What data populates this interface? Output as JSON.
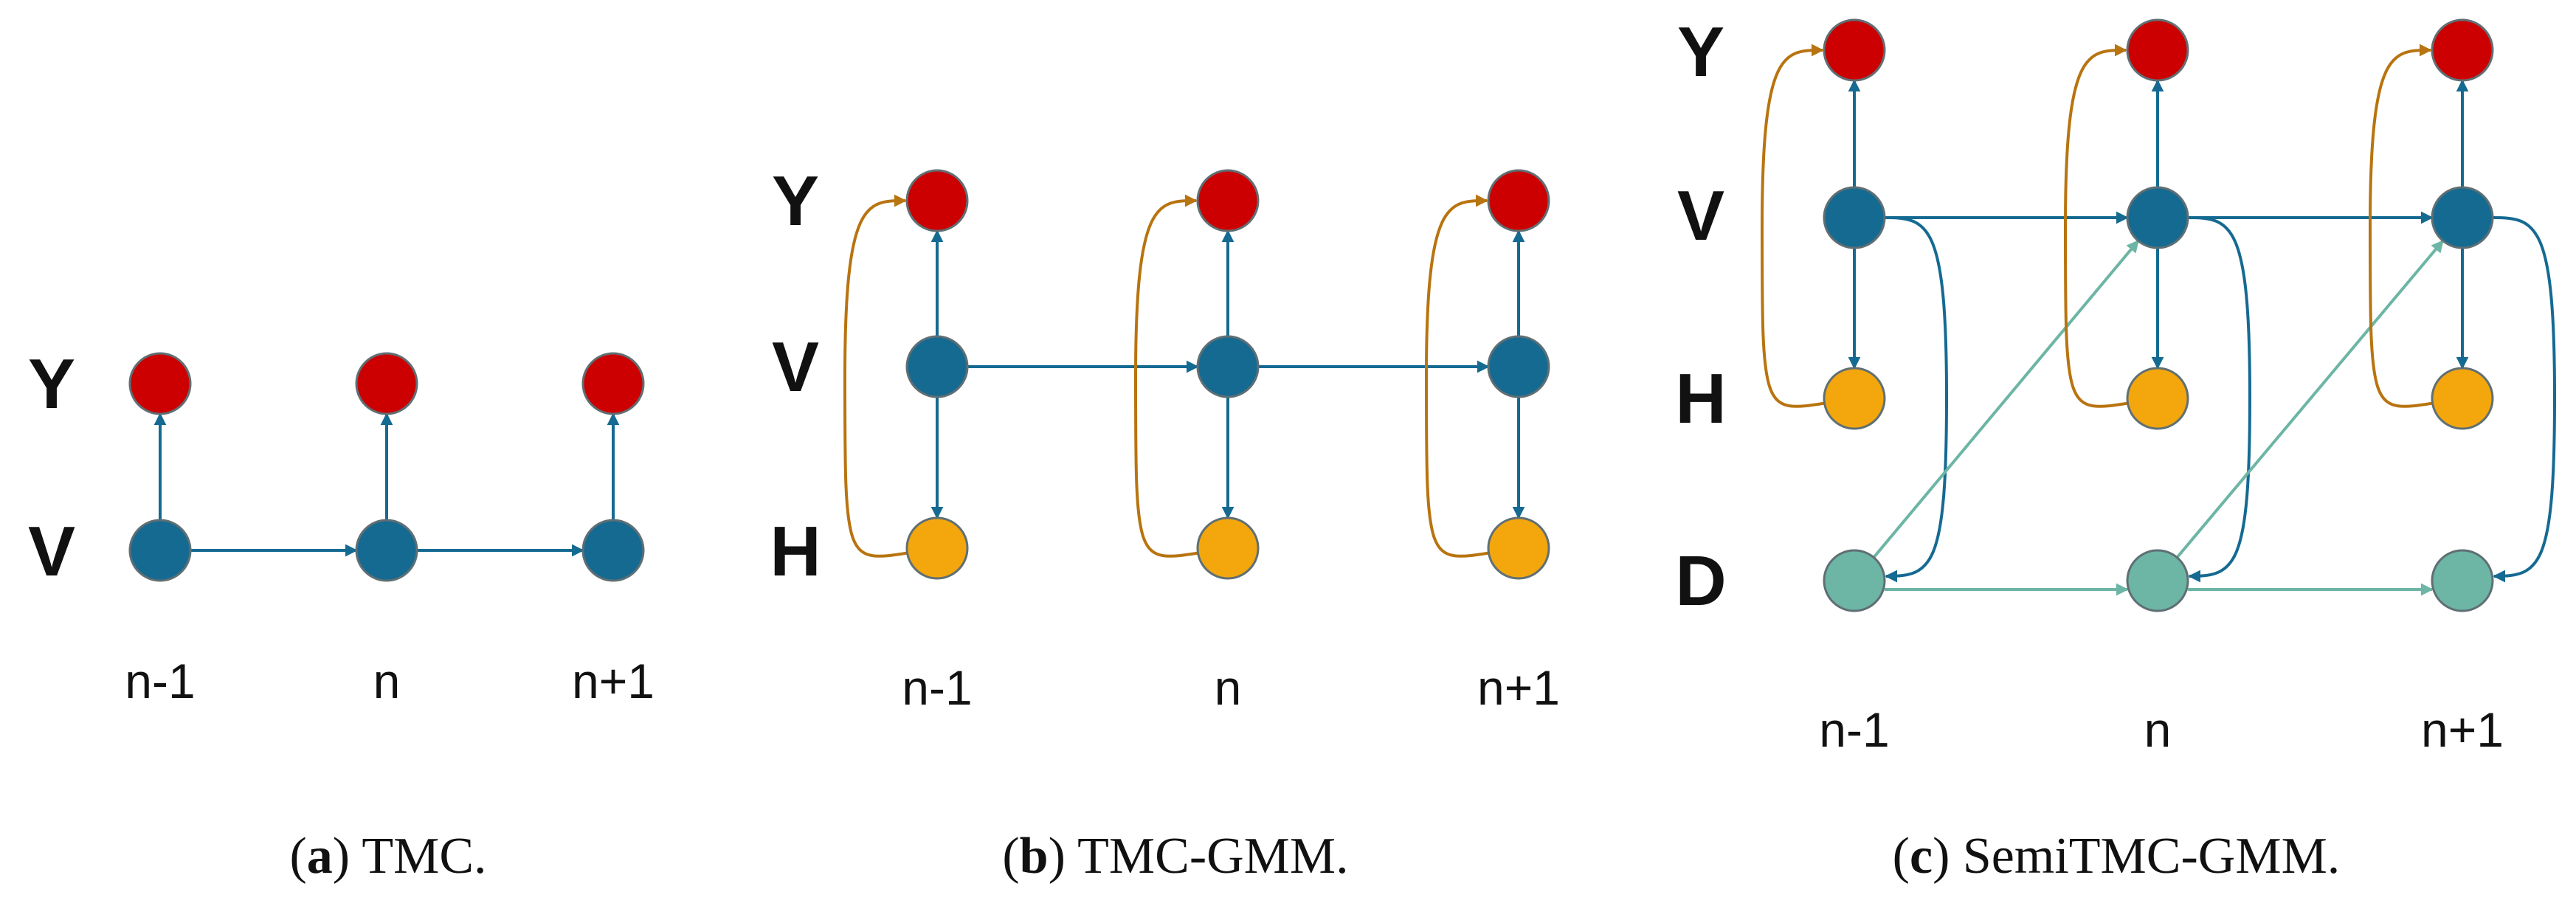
{
  "colors": {
    "y_node": "#cc0000",
    "v_node": "#156a92",
    "h_node": "#f3a70c",
    "d_node": "#6db5a5",
    "node_stroke": "#5f6f74",
    "v_edge": "#156a92",
    "h_to_y_edge": "#b87410",
    "d_edge": "#6db5a5"
  },
  "panels": [
    {
      "id": "a",
      "rows": [
        "Y",
        "V"
      ],
      "time_labels": [
        "n-1",
        "n",
        "n+1"
      ],
      "caption": {
        "letter": "a",
        "text": " TMC."
      }
    },
    {
      "id": "b",
      "rows": [
        "Y",
        "V",
        "H"
      ],
      "time_labels": [
        "n-1",
        "n",
        "n+1"
      ],
      "caption": {
        "letter": "b",
        "text": " TMC-GMM."
      }
    },
    {
      "id": "c",
      "rows": [
        "Y",
        "V",
        "H",
        "D"
      ],
      "time_labels": [
        "n-1",
        "n",
        "n+1"
      ],
      "caption": {
        "letter": "c",
        "text": " SemiTMC-GMM."
      }
    }
  ]
}
